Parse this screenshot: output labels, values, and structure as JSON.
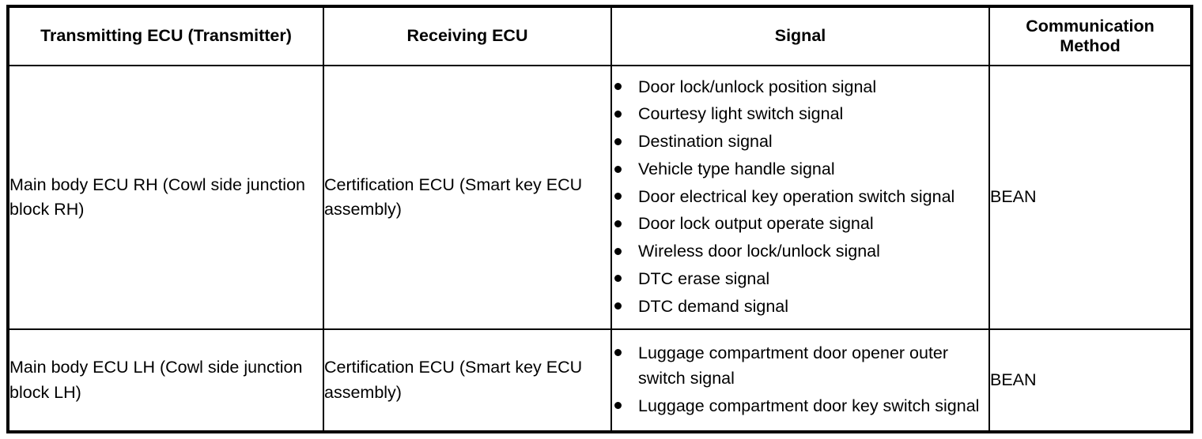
{
  "table": {
    "headers": [
      {
        "label": "Transmitting ECU (Transmitter)",
        "name": "transmitting-ecu"
      },
      {
        "label": "Receiving ECU",
        "name": "receiving-ecu"
      },
      {
        "label": "Signal",
        "name": "signal"
      },
      {
        "label_line1": "Communication",
        "label_line2": "Method",
        "name": "communication-method"
      }
    ],
    "rows": [
      {
        "transmitter": "Main body ECU RH (Cowl side junction block RH)",
        "receiver": "Certification ECU (Smart key ECU assembly)",
        "signals": [
          "Door lock/unlock position signal",
          "Courtesy light switch signal",
          "Destination signal",
          "Vehicle type handle signal",
          "Door electrical key operation switch signal",
          "Door lock output operate signal",
          "Wireless door lock/unlock signal",
          "DTC erase signal",
          "DTC demand signal"
        ],
        "method": "BEAN"
      },
      {
        "transmitter": "Main body ECU LH (Cowl side junction block LH)",
        "receiver": "Certification ECU (Smart key ECU assembly)",
        "signals": [
          "Luggage compartment door opener outer switch signal",
          "Luggage compartment door key switch signal"
        ],
        "method": "BEAN"
      }
    ]
  },
  "colors": {
    "border": "#000000",
    "background": "#ffffff",
    "text": "#000000"
  }
}
